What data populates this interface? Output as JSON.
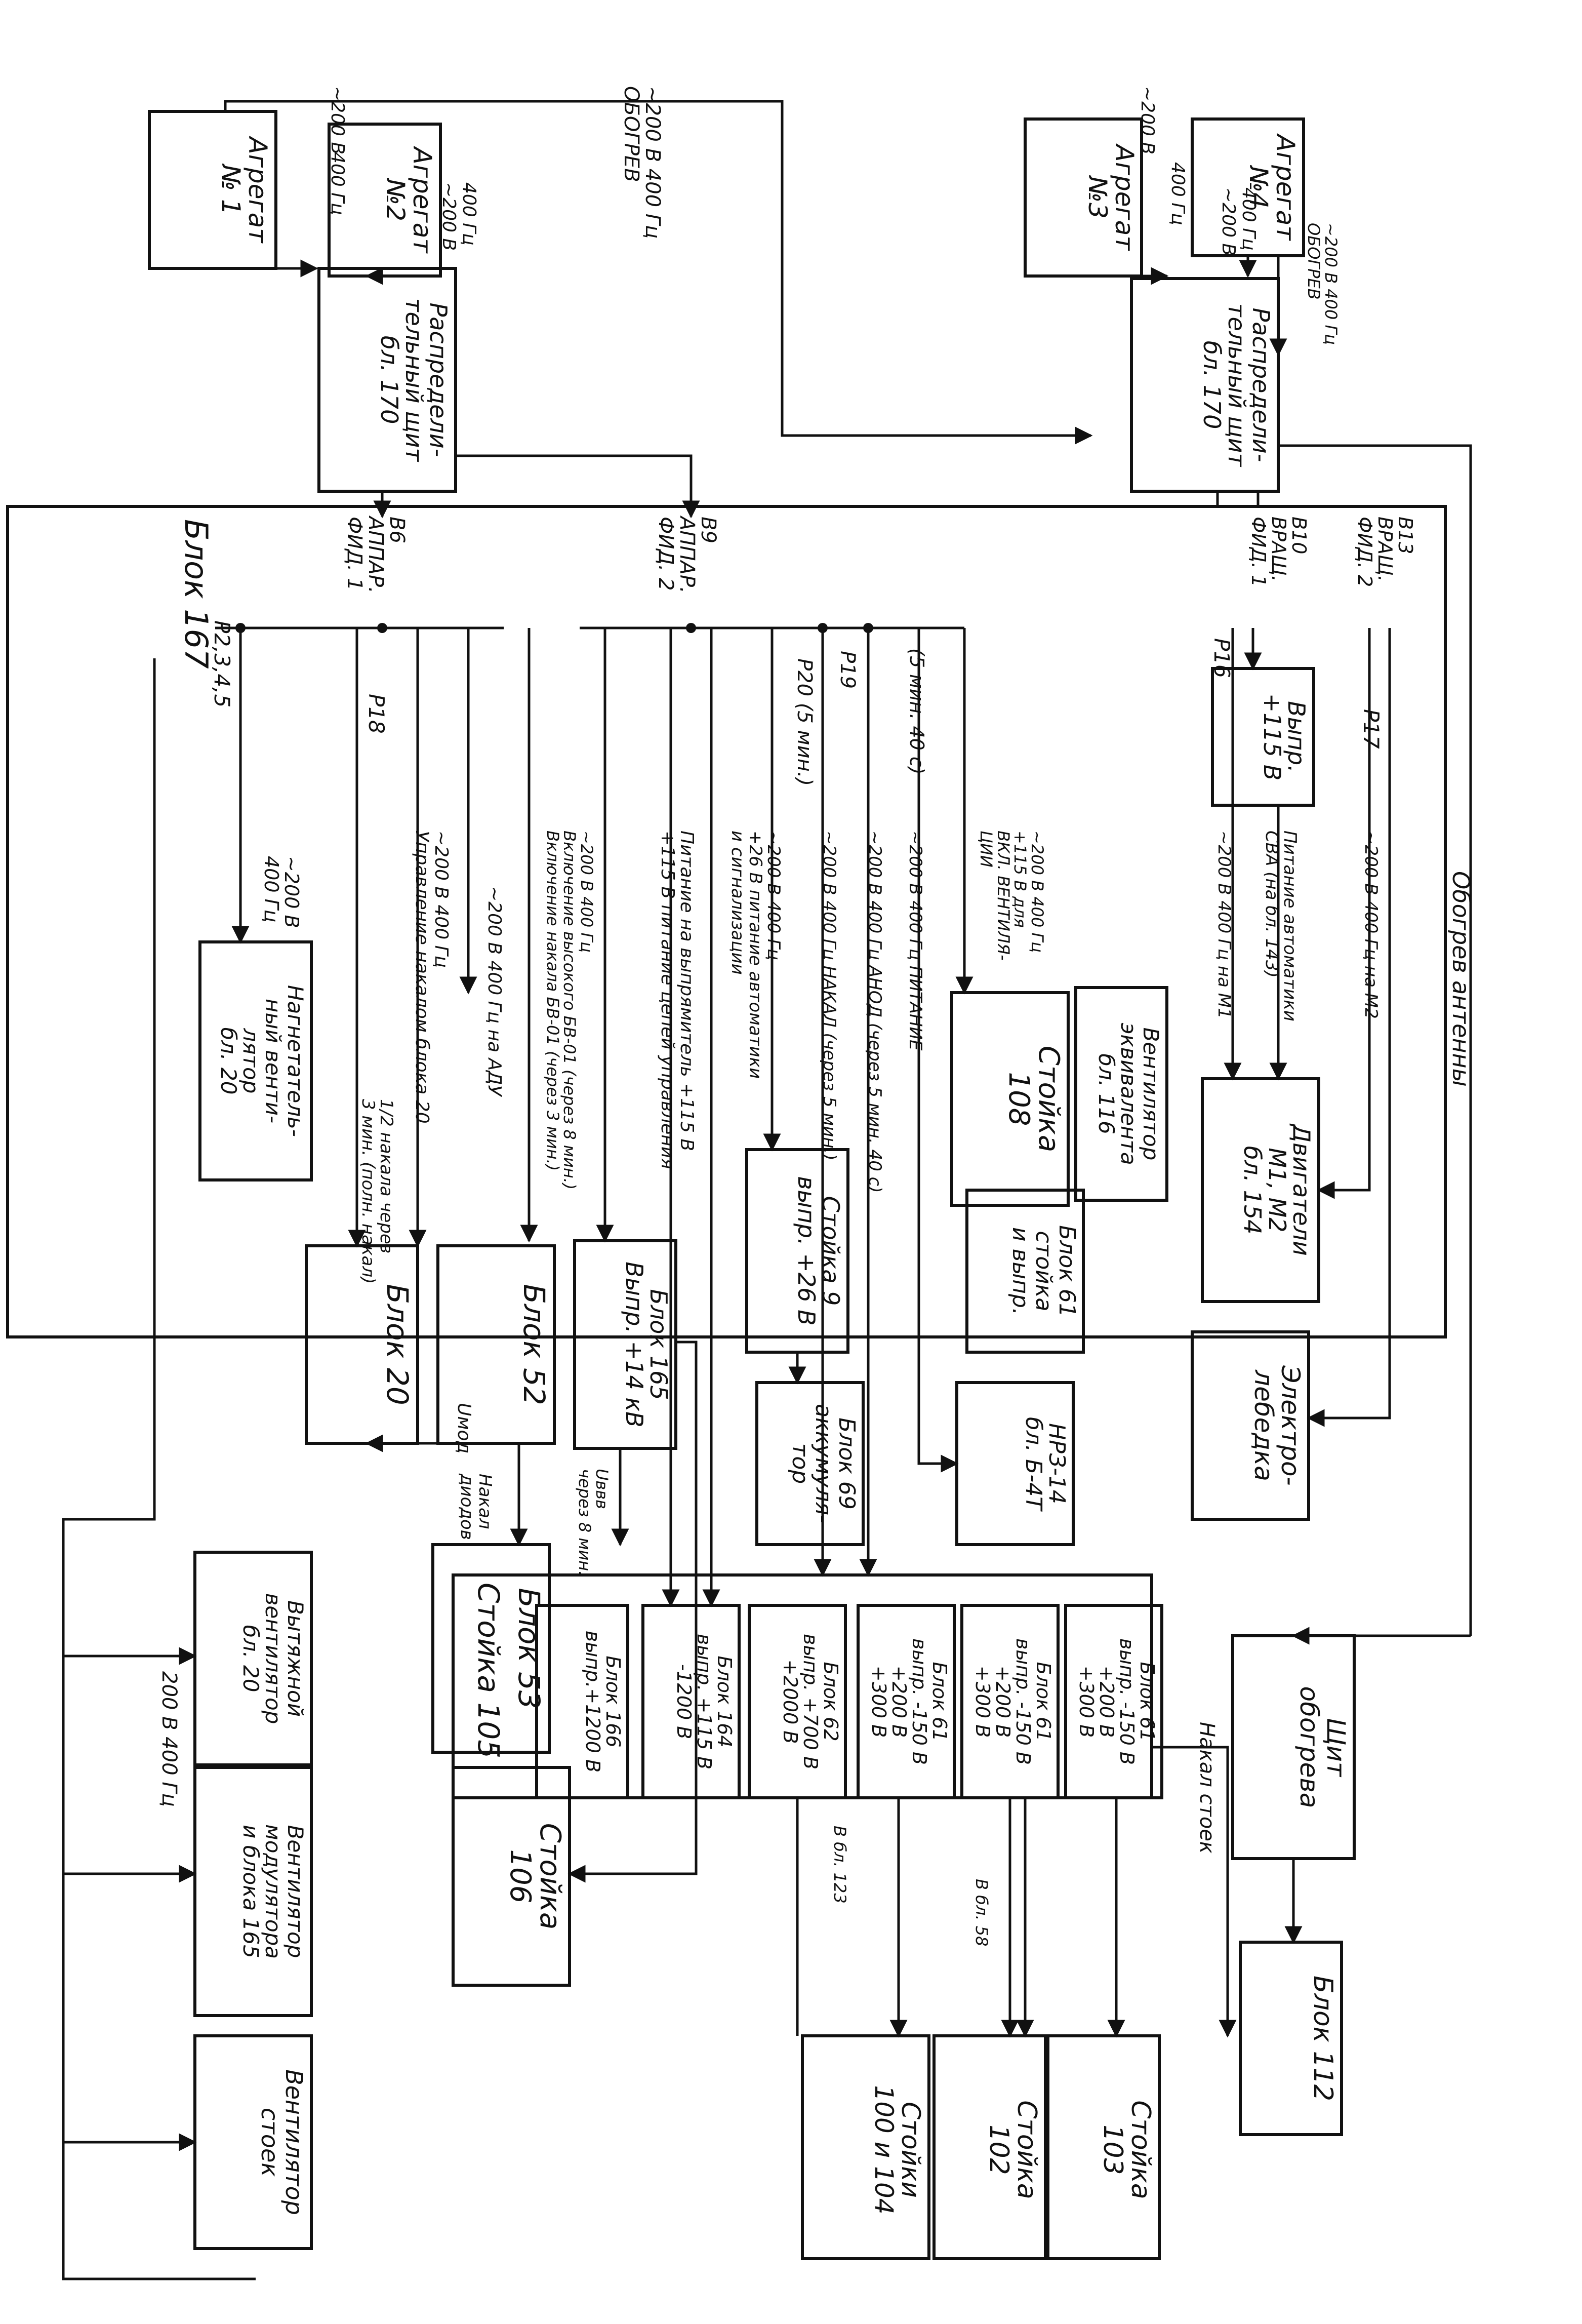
{
  "colors": {
    "ink": "#111111",
    "paper": "#ffffff"
  },
  "blocks": {
    "agg1": "Агрегат\n№ 1",
    "agg2": "Агрегат\n№2",
    "agg3": "Агрегат\n№3",
    "agg4": "Агрегат\n№4",
    "dist1": "Распредели-\nтельный щит\nбл. 170",
    "dist2": "Распредели-\nтельный щит\nбл. 170",
    "block167": "Блок 167",
    "rect115": "Выпр.\n+115 В",
    "fan20": "Нагнетатель-\nный венти-\nлятор\nбл. 20",
    "exhaust20": "Вытяжной\nвентилятор\nбл. 20",
    "fanMod": "Вентилятор\nмодулятора\nи блока 165",
    "fanRacks": "Вентилятор\nстоек",
    "b20": "Блок 20",
    "b52": "Блок 52",
    "b53": "Блок 53",
    "s106": "Стойка\n106",
    "b165": "Блок 165\nВыпр. +14 кВ",
    "s9": "Стойка 9\nвыпр. +26 В",
    "b69": "Блок 69\nаккумуля-\nтор",
    "s108": "Стойка\n108",
    "fan116": "Вентилятор\nэквивалента\nбл. 116",
    "b61a": "Блок 61\nстойка\nи выпр.",
    "nrz": "НРЗ-14\nбл. Б-4Т",
    "motors": "Двигатели\nМ1, М2\nбл. 154",
    "winch": "Электро-\nлебедка",
    "heatPanel": "Щит\nобогрева",
    "b112": "Блок 112",
    "s105": "Стойка 105",
    "r166": "Блок 166\nвыпр.+1200 В",
    "r164": "Блок 164\nвыпр. +115 В\n-1200 В",
    "r62": "Блок 62\nвыпр. +700 В\n+2000 В",
    "r61a": "Блок 61\nвыпр. -150 В\n+200 В\n+300 В",
    "r61b": "Блок 61\nвыпр. -150 В\n+200 В\n+300 В",
    "r61c": "Блок 61\nвыпр. -150 В\n+200 В\n+300 В",
    "s100": "Стойки\n100 и 104",
    "s102": "Стойка\n102",
    "s103": "Стойка\n103"
  },
  "labels": {
    "obogrev_top": "~200 В 400 Гц\nОБОГРЕВ",
    "a1_200": "~200 В",
    "a1_400": "400 Гц",
    "a2_200": "~200 В",
    "a2_400": "400 Гц",
    "a3_200": "~200 В",
    "a3_400": "400 Гц",
    "a4_200": "~200 В",
    "a4_400": "400 Гц",
    "a4_obog": "~200 В 400 Гц\nОБОГРЕВ",
    "b6": "В6\nАППАР.\nФИД. 1",
    "b9": "В9\nАППАР.\nФИД. 2",
    "b10": "В10\nВРАЩ.\nФИД. 1",
    "b13": "В13\nВРАЩ.\nФИД. 2",
    "p2345": "Р2,3,4,5",
    "p18": "Р18",
    "p20": "Р20 (5 мин.)",
    "p19": "Р19",
    "p19t": "(5 мин. 40 с)",
    "p16": "Р16",
    "p17": "Р17",
    "l_fan20": "~200 В\n400 Гц",
    "l_half": "1/2 накала через\n3 мин. (полн. накал)",
    "l_52": "~200 В 400 Гц\nУправление накалом блока 20",
    "l_adu": "~200 В 400 Гц на АДУ",
    "l_165": "~200 В 400 Гц\nВключение высокого БВ-01 (через 8 мин.)\nВключение накала БВ-01 (через 3 мин.)",
    "l_115": "Питание на выпрямитель +115 В\n+115 В питание цепей управления",
    "l_26": "~200 В 400 Гц\n+26 В питание автоматики\nи сигнализации",
    "l_nakal": "~200 В 400 Гц НАКАЛ (через 5 мин.)",
    "l_anod": "~200 В 400 Гц АНОД (через 5 мин. 40 с)",
    "l_pit": "~200 В 400 Гц ПИТАНИЕ",
    "l_108": "~200 В 400 Гц\n+115 В для\nВКЛ. ВЕНТИЛЯ-\nЦИИ",
    "l_m1": "~200 В 400 Гц на М1",
    "l_sva": "Питание автоматики\nСВА (на бл. 143)",
    "l_m2": "~200 В 400 Гц на М2",
    "l_ant": "Обогрев антенны",
    "l_200r": "200 В 400 Гц",
    "l_umod": "Uмод",
    "l_nakd": "Накал\nдиодов",
    "l_uvvv": "Uввв\nчерез 8 мин.",
    "l_123": "В бл. 123",
    "l_58": "В бл. 58",
    "l_nakst": "Накал стоек"
  }
}
